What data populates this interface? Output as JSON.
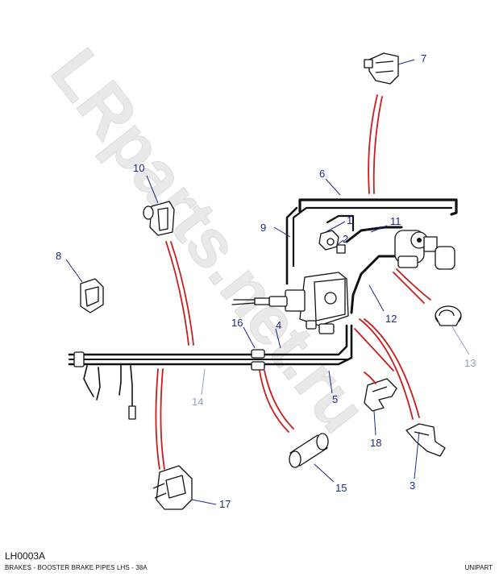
{
  "watermark": "LRparts.net.ru",
  "callouts": {
    "c1": "1",
    "c2": "2",
    "c3": "3",
    "c4": "4",
    "c5": "5",
    "c6": "6",
    "c7": "7",
    "c8": "8",
    "c9": "9",
    "c10": "10",
    "c11": "11",
    "c12": "12",
    "c13": "13",
    "c14": "14",
    "c15": "15",
    "c16": "16",
    "c17": "17",
    "c18": "18"
  },
  "footer": {
    "code": "LH0003A",
    "title": "BRAKES - BOOSTER BRAKE PIPES LHS - 38A",
    "brand": "UNIPART"
  },
  "colors": {
    "callout": "#1a2a8a",
    "callout_light": "#8f9fc8",
    "leader_red": "#c81e1e",
    "line_art": "#111111"
  }
}
